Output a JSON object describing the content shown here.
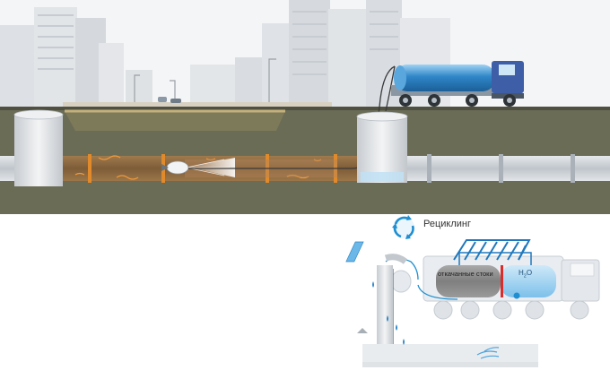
{
  "labels": {
    "recycling": "Рециклинг",
    "waste": "откачанные стоки",
    "h2o_base": "H",
    "h2o_sub": "2",
    "h2o_tail": "O"
  },
  "icons": {
    "recycling": "recycle-arrows-icon",
    "nozzle": "jet-nozzle-icon"
  },
  "colors": {
    "sky": "#f2f2f2",
    "buildings": "#d9dde2",
    "ground": "#6a6b55",
    "pipe": "#c9ced3",
    "old_pipe": "#8a6a45",
    "rust": "#e08a2c",
    "tank": "#2f86c8",
    "cab": "#3e5fa8",
    "water": "#4aa3df",
    "seal_red": "#d92d2d",
    "waste_gray": "#8c8c8c"
  }
}
